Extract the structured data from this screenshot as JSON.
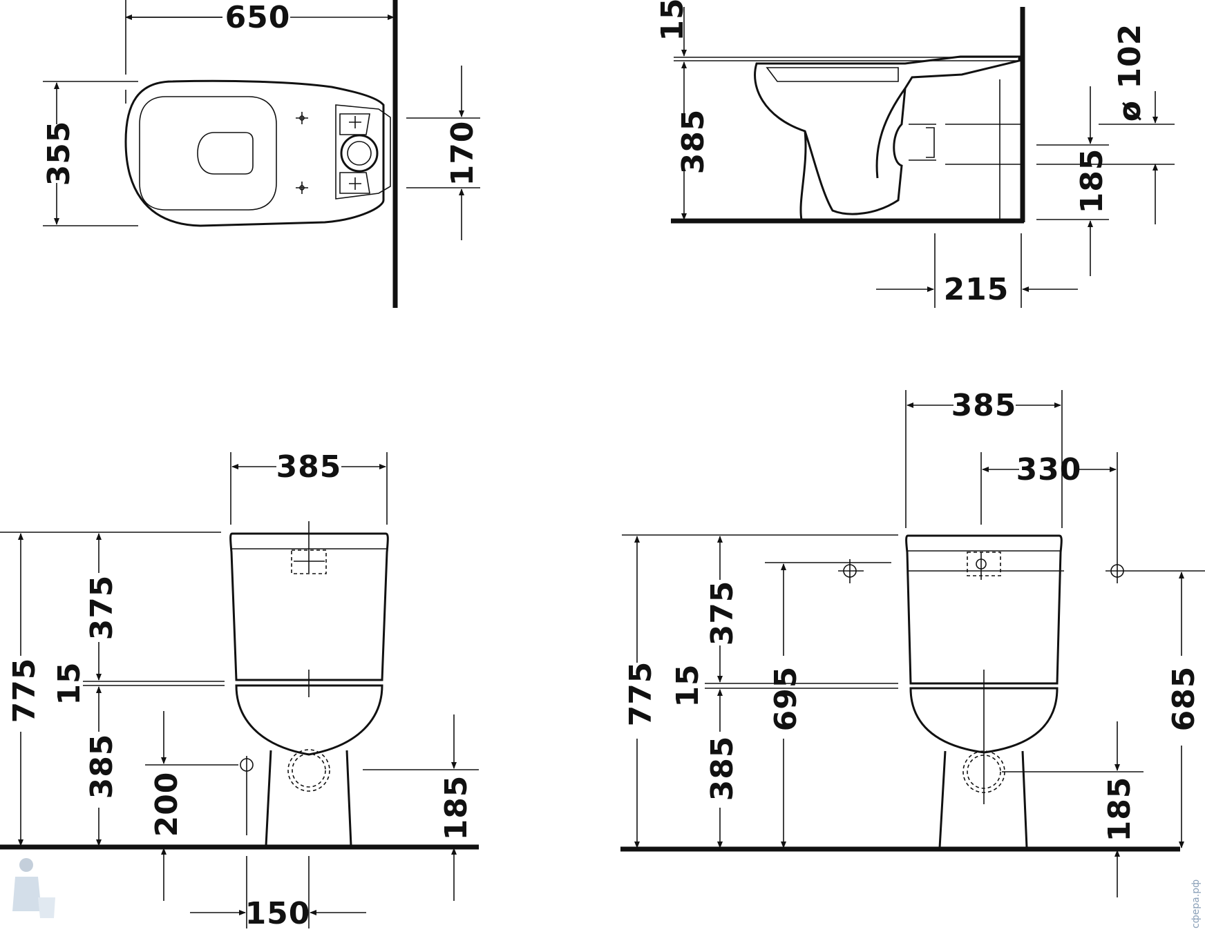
{
  "drawing": {
    "top_view": {
      "dims": {
        "length": "650",
        "width": "355",
        "outlet_spacing": "170"
      }
    },
    "side_view": {
      "dims": {
        "seat_gap": "15",
        "seat_height": "385",
        "pipe_diameter": "ø 102",
        "outlet_height": "185",
        "outlet_depth": "215"
      }
    },
    "front_view": {
      "dims": {
        "width": "385",
        "total_height": "775",
        "tank_height": "375",
        "gap": "15",
        "bowl_height": "385",
        "inlet_height": "200",
        "outlet_height": "185",
        "offset": "150"
      }
    },
    "rear_view": {
      "dims": {
        "width": "385",
        "offset": "330",
        "total_height": "775",
        "tank_height": "375",
        "gap": "15",
        "bowl_height": "385",
        "left_height": "695",
        "right_height": "685",
        "outlet_height": "185"
      }
    },
    "watermark": "сфера.рф",
    "colors": {
      "line": "#111111",
      "background": "#ffffff",
      "logo": "#8aa0b8"
    }
  }
}
